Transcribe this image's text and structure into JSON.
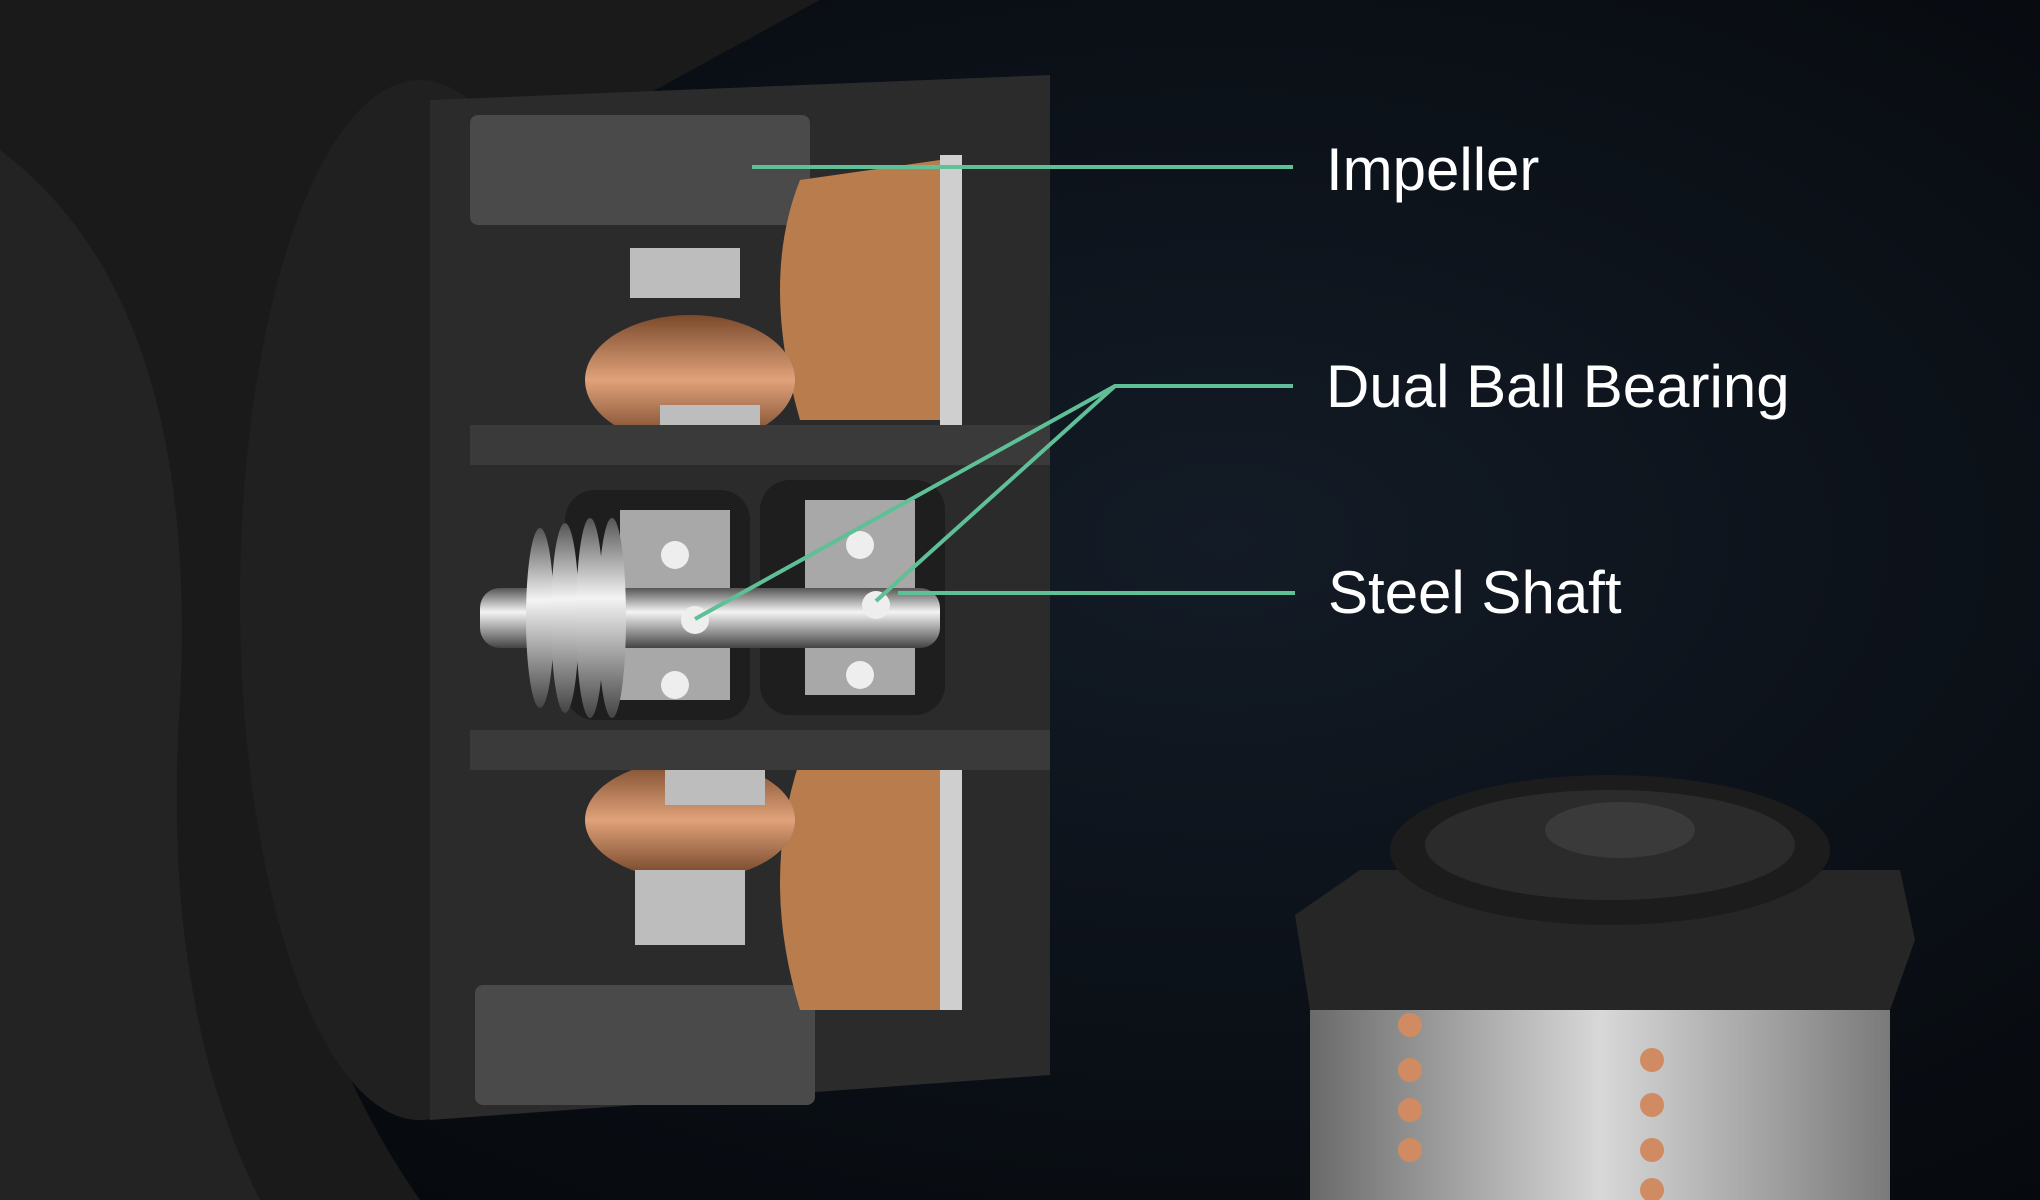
{
  "labels": {
    "impeller": "Impeller",
    "bearing": "Dual Ball Bearing",
    "shaft": "Steel Shaft"
  },
  "colors": {
    "background": "#0a0f16",
    "leader_line": "#5fbf97",
    "copper": "#c98a5e",
    "housing": "#2a2a2a"
  }
}
